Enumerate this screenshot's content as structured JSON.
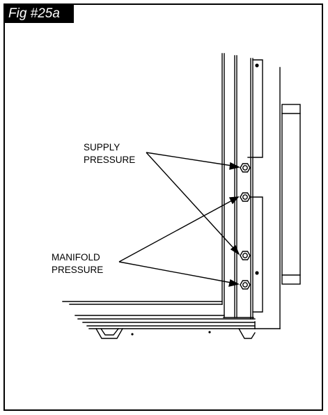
{
  "figure": {
    "label": "Fig #25a"
  },
  "callouts": {
    "supply": {
      "line1": "SUPPLY",
      "line2": "PRESSURE"
    },
    "manifold": {
      "line1": "MANIFOLD",
      "line2": "PRESSURE"
    }
  },
  "colors": {
    "ink": "#000000",
    "paper": "#ffffff",
    "label_bg": "#000000",
    "label_text": "#ffffff"
  }
}
